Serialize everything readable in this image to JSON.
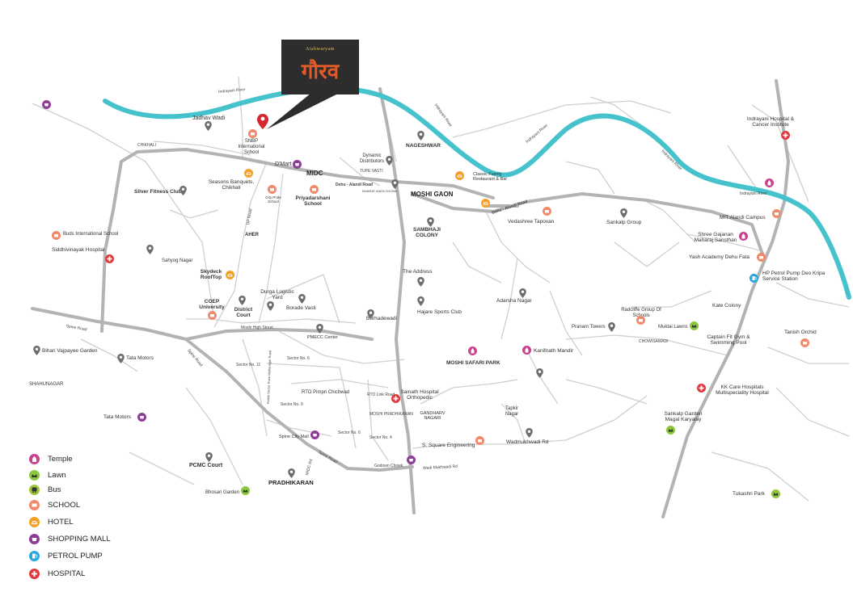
{
  "brand": {
    "small": "Aishwaryam",
    "name": "गौरव"
  },
  "rivers": {
    "main": "Indrayani River",
    "label_alt": "Indrayani River"
  },
  "roads": {
    "chikhali": "CHIKHALI",
    "midc": "MIDC",
    "dehu_alandi": "Dehu - Alandi Road",
    "dehu_alandi_2": "Dehu - Alandi Road",
    "moshi_gaon": "MOSHI GAON",
    "tupe_vasti": "TUPE VASTI",
    "bharat_mata": "BHARAT MATA CHOWK",
    "dp_road": "DP Road",
    "aher": "AHER",
    "spine_road": "Spine Road",
    "spine_road_2": "Spine Road",
    "spine_road_3": "Spine Road",
    "moshi_high_street": "Moshi High Street",
    "rto_road": "RTO Pimpri Chichwad",
    "rto_link": "RTO Link Road",
    "sector6": "Sector No. 6",
    "sector9": "Sector No. 9",
    "sector11": "Sector No. 11",
    "sector4": "Sector No. 4",
    "sector6b": "Sector No. 6",
    "sector_vert": "Pethik Sector Pune Mahanagar Road",
    "midc_rd": "MIDC Rd",
    "godown": "Godown Chowk",
    "wadmukhwadi_road": "Wadi Mukhwadi Rd",
    "chowisawadi": "CHOWISAWADI",
    "shahunagar": "SHAHUNAGAR",
    "moshi_pradhikaran": "MOSHI PRADHIKARAN",
    "gandharv": "GANDHARV NAGARI",
    "pradhikaran": "PRADHIKARAN"
  },
  "places": {
    "jadhav_wadi": "Jadhav Wadi",
    "snbp": "SNBP International School",
    "dmart": "D'Mart",
    "dynamic": "Dynamic Distributors",
    "nageshwar": "NAGESHWAR",
    "classic_family": "Classic Family Restaurant & Bar",
    "seasons": "Seasons Banquets, Chikhali",
    "silver_fitness": "Silver Fitness Club",
    "city_pride": "City Pride School",
    "priyadarshani": "Priyadarshani School",
    "sambhaji": "SAMBHAJI COLONY",
    "vedashree": "Vedashree Tapovan",
    "sankalp_group": "Sankalp Group",
    "mit_alandi": "MIT Alandi Campus",
    "shree_gajanan": "Shree Gajanan Maharaj Sansthan",
    "yash_academy": "Yash Academy Dehu Fata",
    "hp_petrol": "HP Petrol Pump Deo Kripa Service Station",
    "indrayani_hospital": "Indrayani Hospital & Cancer Institute",
    "buds": "Buds International School",
    "siddhivinayak": "Siddhivinayak Hospital",
    "sahyog": "Sahyog Nagar",
    "skydeck": "Skydeck RoofTop",
    "coep": "COEP University",
    "district_court": "District Court",
    "durga": "Durga Logistic Yard",
    "borade": "Borade Vasti",
    "the_address": "The Address",
    "hajare": "Hajare Sports Club",
    "adarsha": "Adarsha Nagar",
    "kate_colony": "Kate Colony",
    "borhadewadi": "Borhadewadi",
    "pmecc": "PMECC Center",
    "radcliffe": "Radcliffe Group Of Schools",
    "pranam": "Pranam Towers",
    "muktai": "Muktai Lawns",
    "captain_fit": "Captain Fit Gym & Swimming Pool",
    "tanish": "Tanish Orchid",
    "bihari": "Bihari Vajpayee Garden",
    "tata1": "Tata Motors",
    "moshi_safari": "MOSHI SAFARI PARK",
    "kanifnath": "Kanifnath Mandir",
    "sainath": "Sainath Hospital Orthopedic",
    "tapkir": "Tapkir Nagar",
    "kk_care": "KK Care Hospitals Multispeciality Hospital",
    "tata2": "Tata Motors",
    "sankalp_garden": "Sankalp Garden Magal Karyalay",
    "spine_city": "Spine City Mall",
    "s_square": "S. Square Engineering",
    "wadmukhwadi": "Wadmukhwadi Rd",
    "pcmc": "PCMC Court",
    "bhosari": "Bhosari Garden",
    "tukashri": "Tukashri Park"
  },
  "legend": [
    {
      "label": "Temple",
      "icon": "temple-icon",
      "color": "#c9418f"
    },
    {
      "label": "Lawn",
      "icon": "lawn-icon",
      "color": "#8dc63f"
    },
    {
      "label": "Bus",
      "icon": "bus-icon",
      "color": "#9bc53d"
    },
    {
      "label": "SCHOOL",
      "icon": "school-icon",
      "color": "#f08a6c"
    },
    {
      "label": "HOTEL",
      "icon": "hotel-icon",
      "color": "#f2a12d"
    },
    {
      "label": "SHOPPING MALL",
      "icon": "shopping-mall-icon",
      "color": "#8e3d96"
    },
    {
      "label": "PETROL PUMP",
      "icon": "petrol-pump-icon",
      "color": "#29a8df"
    },
    {
      "label": "HOSPITAL",
      "icon": "hospital-icon",
      "color": "#e03a3e"
    }
  ],
  "colors": {
    "river": "#45c2cc",
    "major_road": "#b3b3b3",
    "minor_road": "#cfcfcf",
    "location_pin": "#d7272e",
    "logo_bg": "#2d2d2d",
    "logo_text": "#e25a2a"
  }
}
